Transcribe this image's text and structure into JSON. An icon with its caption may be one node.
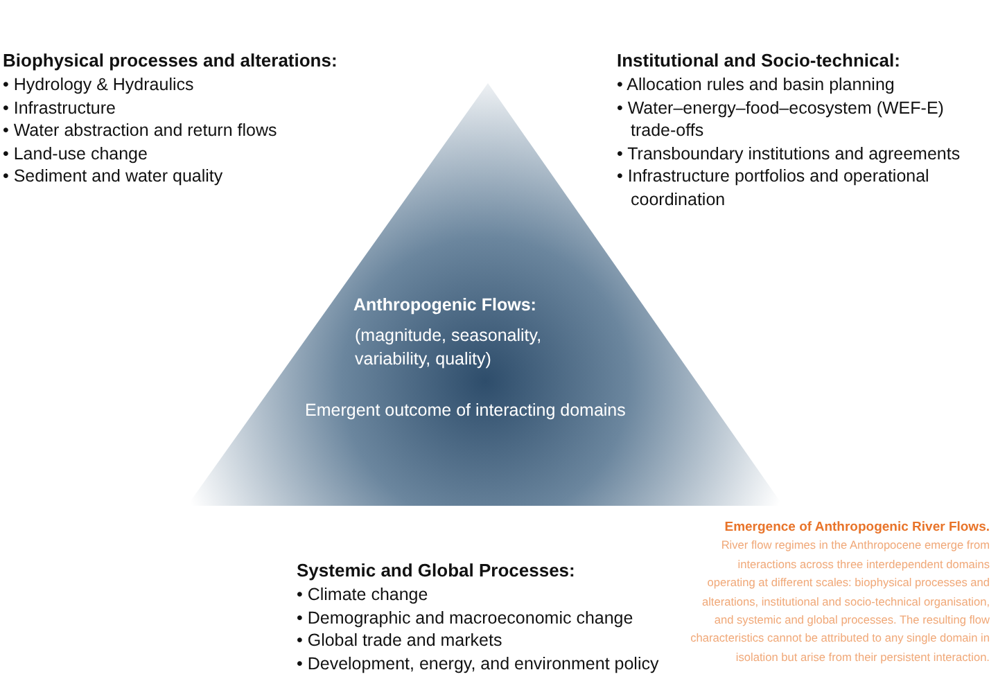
{
  "diagram": {
    "caption": "**Emergence of Anthropogenic River Flows.** River flow regimes in the Anthropocene emerge from interactions across three interdependent domains operating at different scales: biophysical processes and alterations, institutional and socio-technical organisation, and systemic and global processes. The resulting flow characteristics cannot be attributed to any single domain in isolation but arise from their persistent interaction.",
    "nodes": [
      {
        "text": [
          "Anthropogenic Flows:",
          "(magnitude, seasonality, variability, quality)",
          "Emergent outcome of interacting domains"
        ]
      }
    ],
    "edges": [],
    "labels": [
      "Biophysical processes and alterations:",
      "• Hydrology & Hydraulics",
      "• Infrastructure",
      "• Water abstraction and return flows",
      "• Land-use change",
      "• Sediment and water quality",
      "Institutional and Socio-technical:",
      "• Allocation rules and basin planning",
      "• Water–energy–food–ecosystem (WEF-E) trade-offs",
      "• Transboundary institutions and agreements",
      "• Infrastructure portfolios and operational coordination",
      "Systemic and Global Processes:",
      "• Climate change",
      "• Demographic and macroeconomic change",
      "• Global trade and markets",
      "• Development, energy, and environment policy"
    ]
  }
}
